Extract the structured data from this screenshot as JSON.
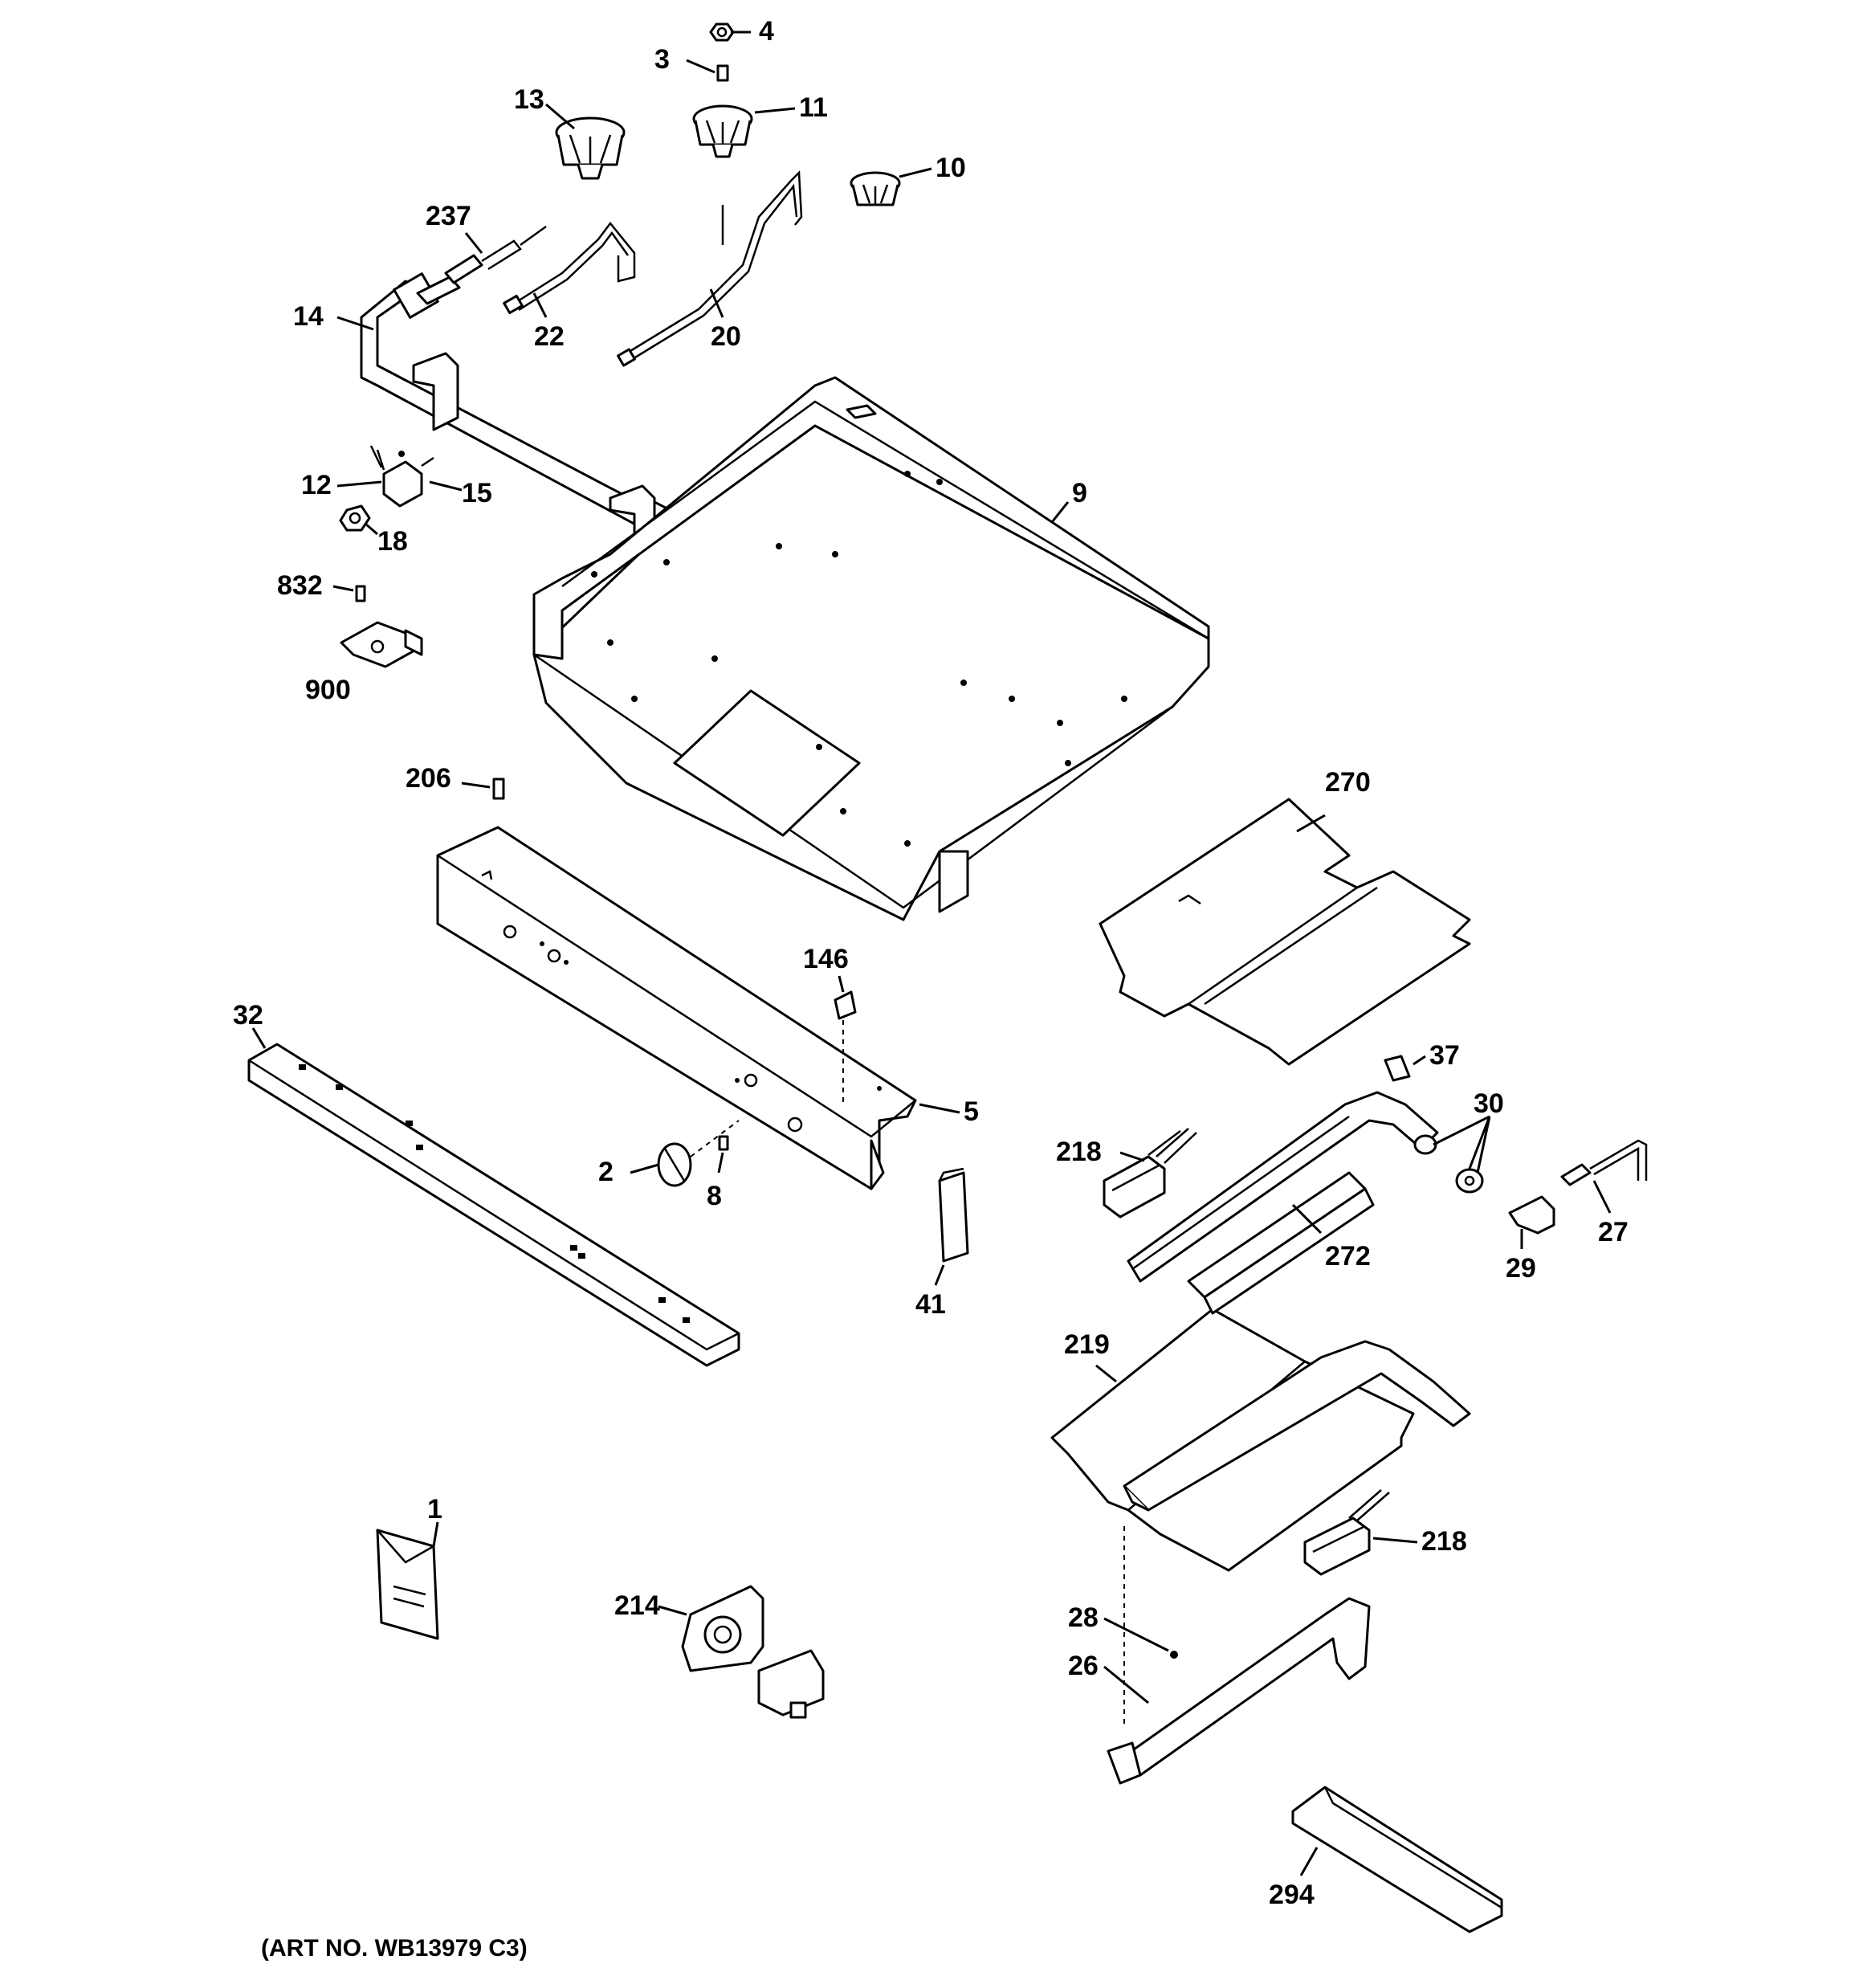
{
  "diagram": {
    "art_number": "(ART NO. WB13979 C3)",
    "callouts": [
      {
        "id": "c4",
        "text": "4"
      },
      {
        "id": "c3",
        "text": "3"
      },
      {
        "id": "c13",
        "text": "13"
      },
      {
        "id": "c11",
        "text": "11"
      },
      {
        "id": "c10",
        "text": "10"
      },
      {
        "id": "c237",
        "text": "237"
      },
      {
        "id": "c14",
        "text": "14"
      },
      {
        "id": "c22",
        "text": "22"
      },
      {
        "id": "c20",
        "text": "20"
      },
      {
        "id": "c12",
        "text": "12"
      },
      {
        "id": "c15",
        "text": "15"
      },
      {
        "id": "c18",
        "text": "18"
      },
      {
        "id": "c9",
        "text": "9"
      },
      {
        "id": "c832",
        "text": "832"
      },
      {
        "id": "c900",
        "text": "900"
      },
      {
        "id": "c206",
        "text": "206"
      },
      {
        "id": "c270",
        "text": "270"
      },
      {
        "id": "c146",
        "text": "146"
      },
      {
        "id": "c32",
        "text": "32"
      },
      {
        "id": "c37",
        "text": "37"
      },
      {
        "id": "c5",
        "text": "5"
      },
      {
        "id": "c30",
        "text": "30"
      },
      {
        "id": "c218a",
        "text": "218"
      },
      {
        "id": "c2",
        "text": "2"
      },
      {
        "id": "c8",
        "text": "8"
      },
      {
        "id": "c27",
        "text": "27"
      },
      {
        "id": "c272",
        "text": "272"
      },
      {
        "id": "c29",
        "text": "29"
      },
      {
        "id": "c41",
        "text": "41"
      },
      {
        "id": "c219",
        "text": "219"
      },
      {
        "id": "c1",
        "text": "1"
      },
      {
        "id": "c218b",
        "text": "218"
      },
      {
        "id": "c214",
        "text": "214"
      },
      {
        "id": "c28",
        "text": "28"
      },
      {
        "id": "c26",
        "text": "26"
      },
      {
        "id": "c294",
        "text": "294"
      }
    ]
  }
}
